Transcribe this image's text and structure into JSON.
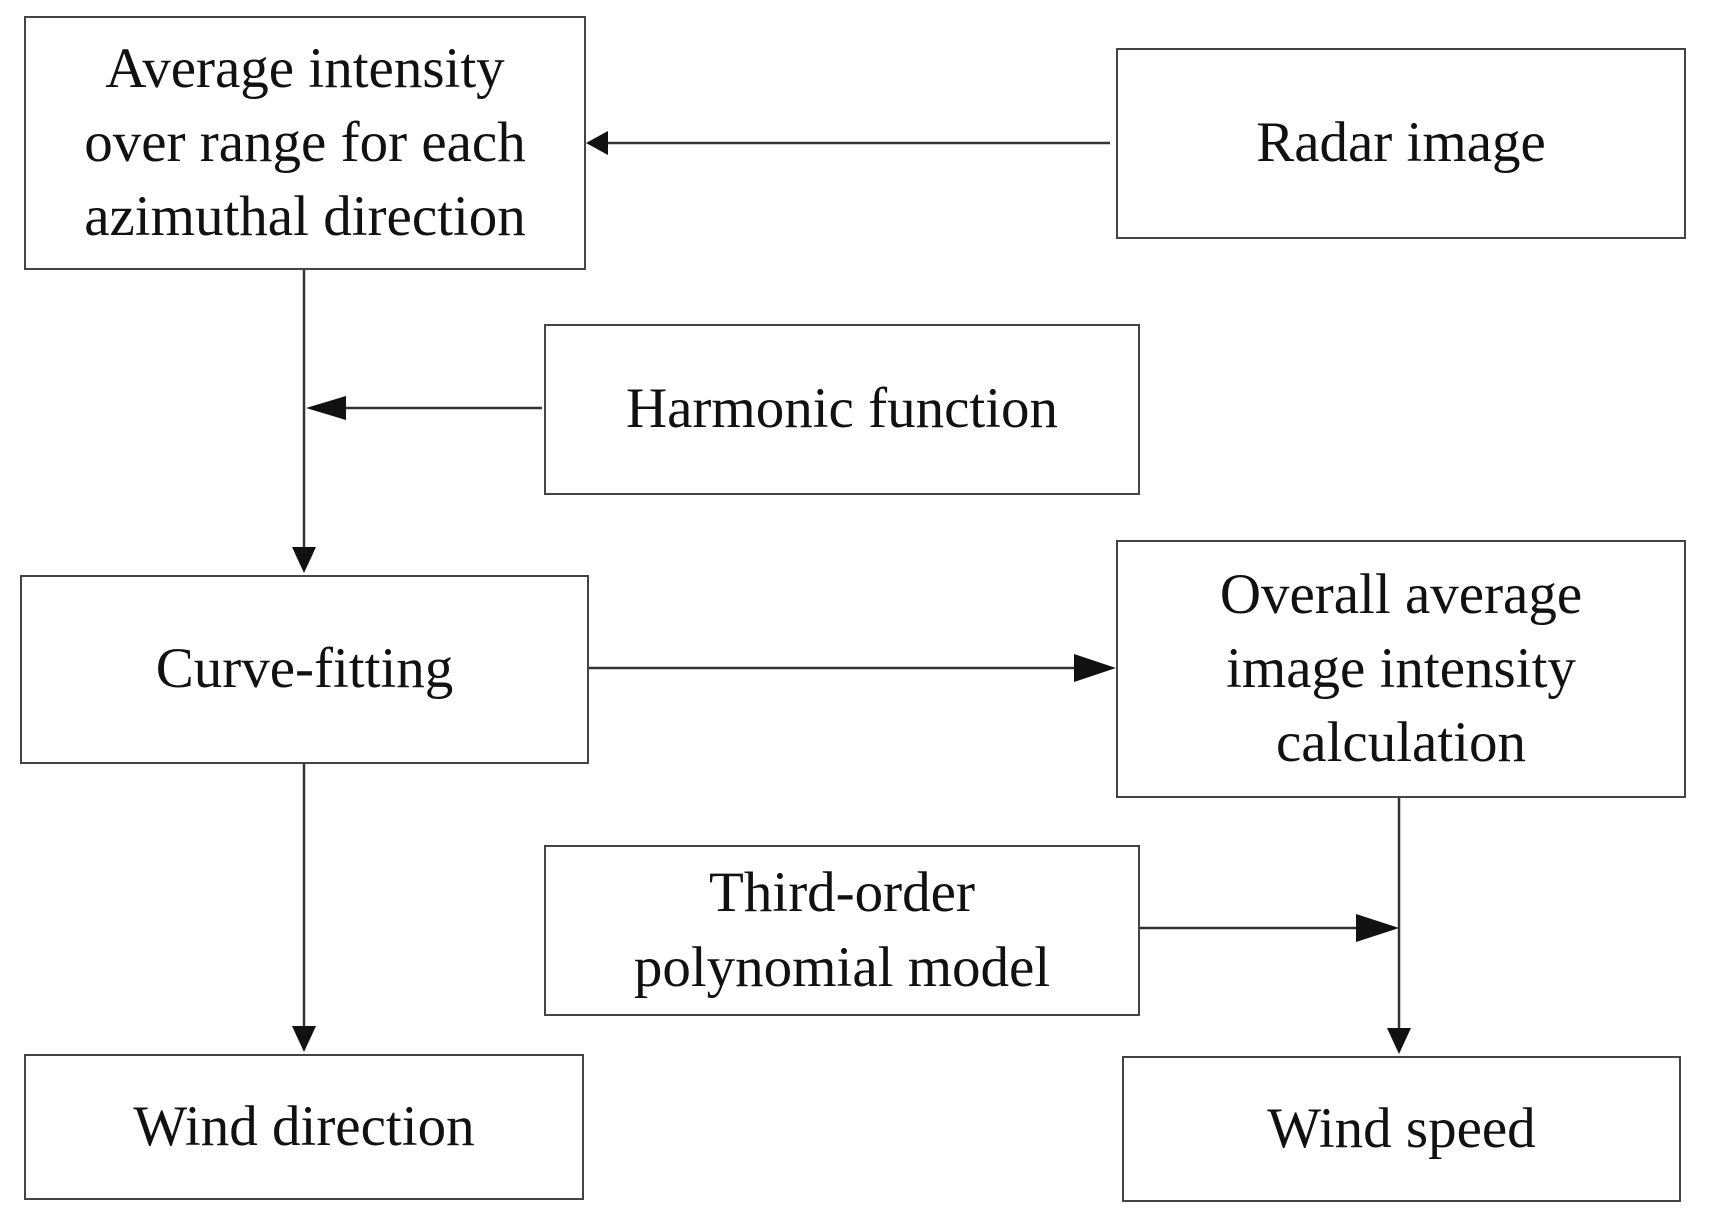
{
  "diagram": {
    "nodes": {
      "avg_intensity": {
        "lines": [
          "Average intensity",
          "over range for each",
          "azimuthal direction"
        ]
      },
      "radar_image": {
        "lines": [
          "Radar image"
        ]
      },
      "harmonic": {
        "lines": [
          "Harmonic function"
        ]
      },
      "curve_fitting": {
        "lines": [
          "Curve-fitting"
        ]
      },
      "overall_avg": {
        "lines": [
          "Overall average",
          "image intensity",
          "calculation"
        ]
      },
      "third_order": {
        "lines": [
          "Third-order",
          "polynomial model"
        ]
      },
      "wind_direction": {
        "lines": [
          "Wind direction"
        ]
      },
      "wind_speed": {
        "lines": [
          "Wind speed"
        ]
      }
    },
    "edges": [
      {
        "from": "radar_image",
        "to": "avg_intensity"
      },
      {
        "from": "avg_intensity",
        "to": "curve_fitting"
      },
      {
        "from": "harmonic",
        "to": "avg_intensity-curve_fitting-link"
      },
      {
        "from": "curve_fitting",
        "to": "overall_avg"
      },
      {
        "from": "curve_fitting",
        "to": "wind_direction"
      },
      {
        "from": "overall_avg",
        "to": "wind_speed"
      },
      {
        "from": "third_order",
        "to": "overall_avg-wind_speed-link"
      }
    ]
  }
}
